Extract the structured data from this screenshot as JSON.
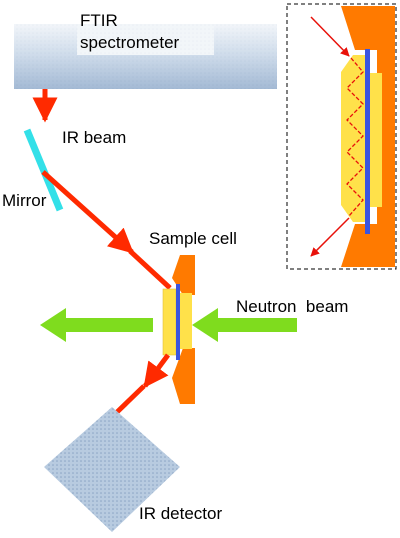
{
  "labels": {
    "spectrometer_line1": "FTIR",
    "spectrometer_line2": "spectrometer",
    "ir_beam": "IR beam",
    "mirror": "Mirror",
    "sample_cell": "Sample cell",
    "neutron_beam": "Neutron  beam",
    "ir_detector": "IR detector"
  },
  "colors": {
    "ir_beam": "#ff2a00",
    "mirror": "#33e0e8",
    "neutron_beam": "#7fdc1e",
    "cell_frame": "#ff7a00",
    "sample_layer": "#ffe14a",
    "blue_film": "#3a55e0",
    "spectrometer_fill": "#b9cbe0",
    "detector_fill": "#a9bfd8",
    "inset_border": "#000000"
  }
}
